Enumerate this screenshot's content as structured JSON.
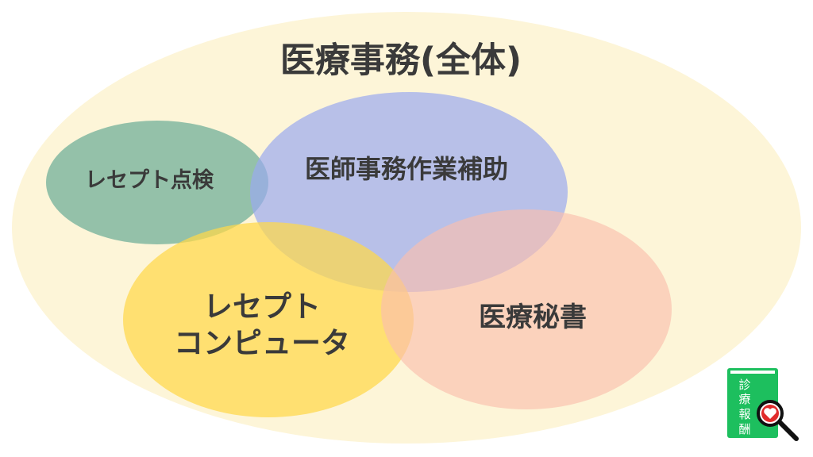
{
  "title": "医療事務(全体)",
  "sets": [
    {
      "id": "receipt-check",
      "label": "レセプト点検",
      "color": "#4f9e8b"
    },
    {
      "id": "doctor-assist",
      "label": "医師事務作業補助",
      "color": "#9aaaf0"
    },
    {
      "id": "receipt-computer",
      "label_line1": "レセプト",
      "label_line2": "コンピュータ",
      "color": "#ffd84a"
    },
    {
      "id": "medical-secretary",
      "label": "医療秘書",
      "color": "#fbbfae"
    }
  ],
  "outer_color": "#fdf5d8",
  "logo": {
    "text": "診療報酬",
    "color": "#1dbf5e"
  }
}
